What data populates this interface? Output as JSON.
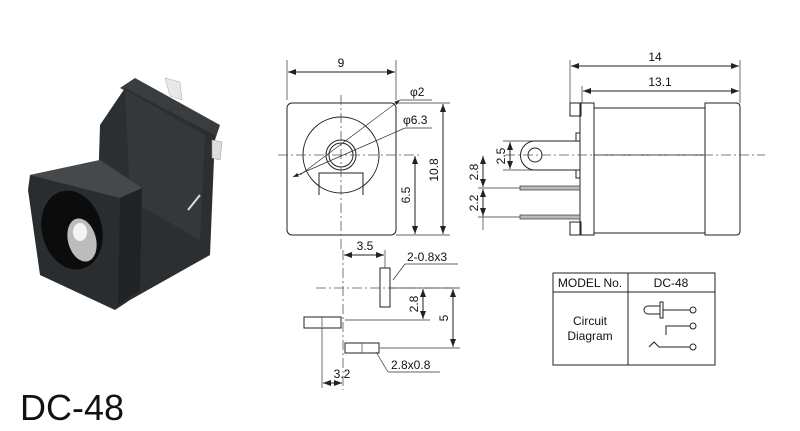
{
  "title": "DC-48",
  "front_view": {
    "width": "9",
    "height": "10.8",
    "center_height": "6.5",
    "pin_diameter": "φ2",
    "hole_diameter": "φ6.3"
  },
  "side_view": {
    "overall_length": "14",
    "body_length": "13.1",
    "lug_height": "2.5",
    "pin_spacing_1": "2.8",
    "pin_spacing_2": "2.2"
  },
  "footprint": {
    "offset_x": "3.5",
    "slot_size": "2-0.8x3",
    "offset_y1": "2.8",
    "offset_y2": "5",
    "offset_x2": "3.2",
    "pad_size": "2.8x0.8"
  },
  "table": {
    "header_label": "MODEL No.",
    "model": "DC-48",
    "row_label_1": "Circuit",
    "row_label_2": "Diagram"
  }
}
